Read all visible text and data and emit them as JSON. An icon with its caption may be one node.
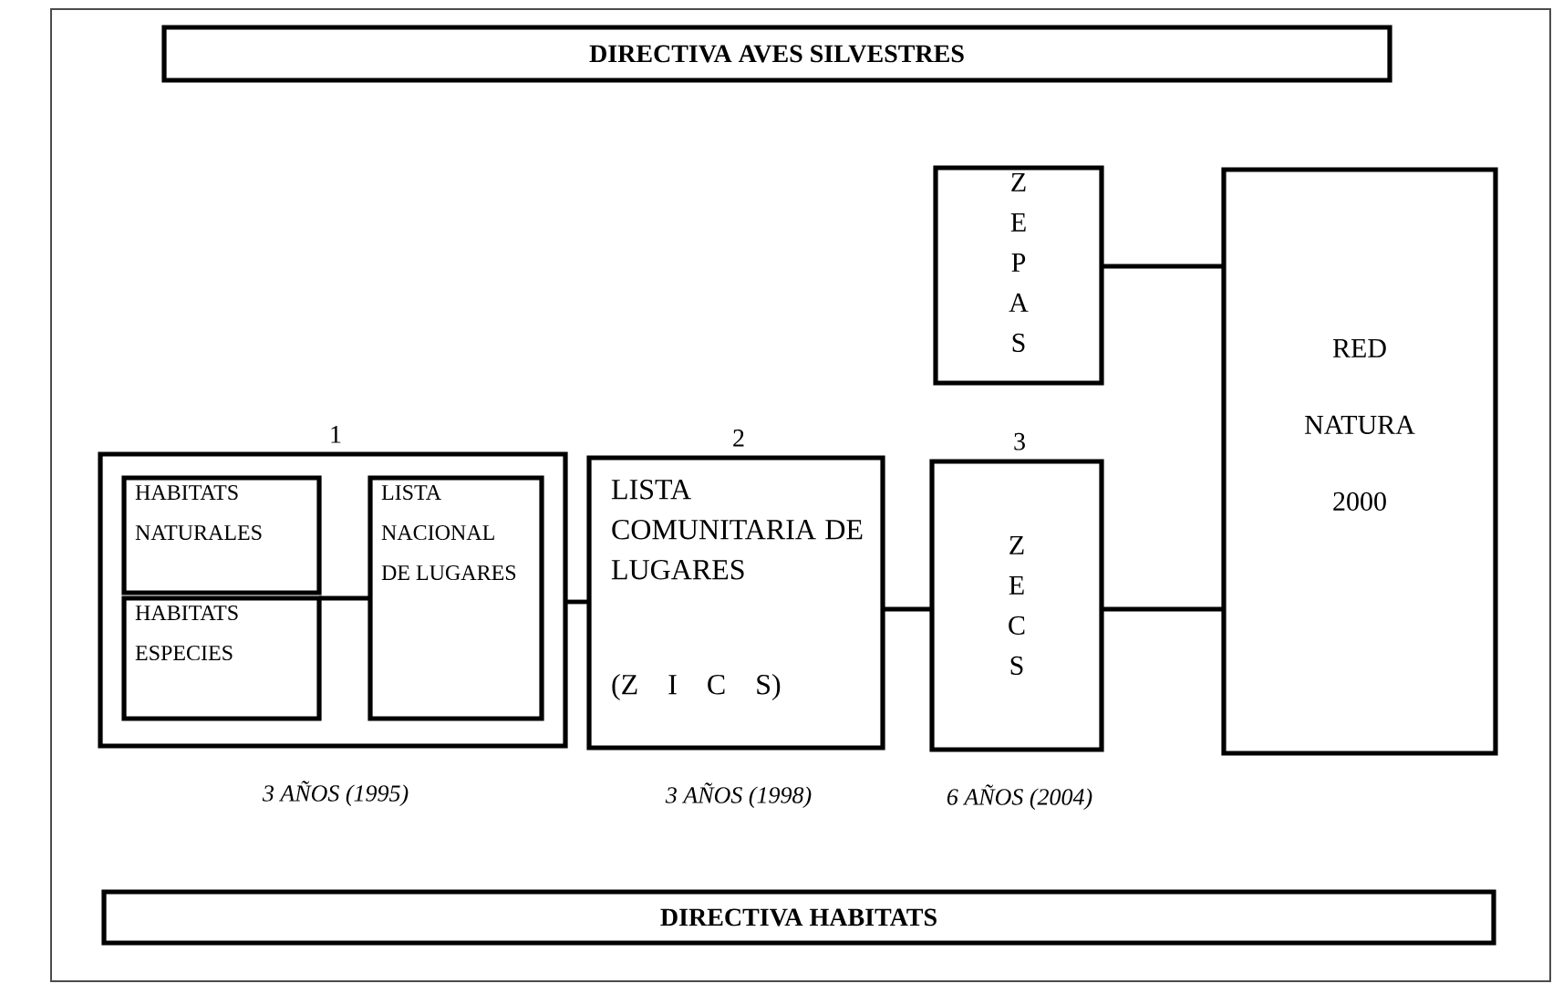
{
  "diagram": {
    "nodes": [
      {
        "text": [
          "DIRECTIVA AVES SILVESTRES"
        ]
      },
      {
        "text": [
          "Z E P A S"
        ]
      },
      {
        "text": [
          "RED NATURA 2000"
        ]
      },
      {
        "text": [],
        "shape": "box",
        "beside": [
          "1",
          "3 AÑOS (1995)"
        ]
      },
      {
        "text": [
          "HABITATS NATURALES"
        ],
        "in": 3
      },
      {
        "text": [
          "HABITATS ESPECIES"
        ],
        "in": 3
      },
      {
        "text": [
          "LISTA NACIONAL DE LUGARES"
        ],
        "in": 3
      },
      {
        "text": [
          "LISTA COMUNITARIA DE LUGARES",
          "(Z I C S)"
        ],
        "beside": [
          "2",
          "3 AÑOS (1998)"
        ]
      },
      {
        "text": [
          "Z E C S"
        ],
        "beside": [
          "3",
          "6 AÑOS (2004)"
        ]
      },
      {
        "text": [
          "DIRECTIVA HABITATS"
        ]
      }
    ],
    "edges": [
      {
        "from": 4,
        "to": 6,
        "arrow": "none"
      },
      {
        "from": 5,
        "to": 6,
        "arrow": "none"
      },
      {
        "from": 3,
        "to": 7,
        "arrow": "none"
      },
      {
        "from": 7,
        "to": 8,
        "arrow": "none"
      },
      {
        "from": 8,
        "to": 2,
        "arrow": "none"
      },
      {
        "from": 1,
        "to": 2,
        "arrow": "none"
      }
    ]
  }
}
